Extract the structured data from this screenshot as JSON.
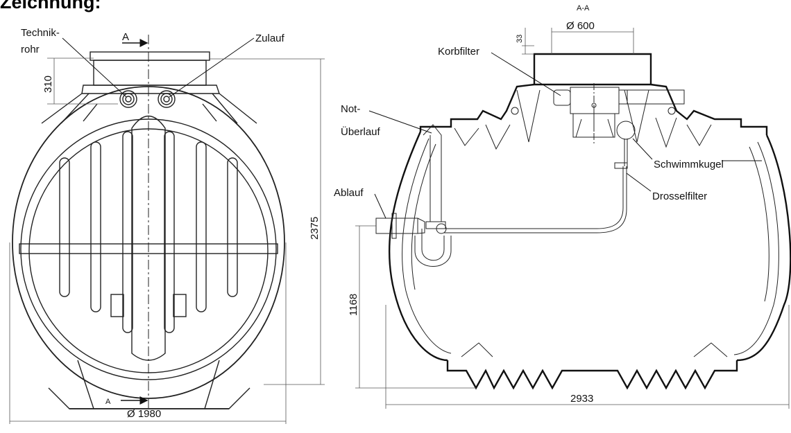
{
  "heading": "Zeichnung:",
  "front_view": {
    "labels": {
      "technik_line1": "Technik-",
      "technik_line2": "rohr",
      "zulauf": "Zulauf",
      "section_top": "A",
      "section_bottom": "A"
    },
    "dimensions": {
      "height_310": "310",
      "height_total": "2375",
      "diameter": "Ø 1980"
    }
  },
  "section_view": {
    "title": "A-A",
    "labels": {
      "korbfilter": "Korbfilter",
      "not_line1": "Not-",
      "not_line2": "Überlauf",
      "ablauf": "Ablauf",
      "schwimmkugel": "Schwimmkugel",
      "drosselfilter": "Drosselfilter"
    },
    "dimensions": {
      "dome_diameter": "Ø 600",
      "offset_33": "33",
      "height_1168": "1168",
      "length": "2933"
    }
  }
}
